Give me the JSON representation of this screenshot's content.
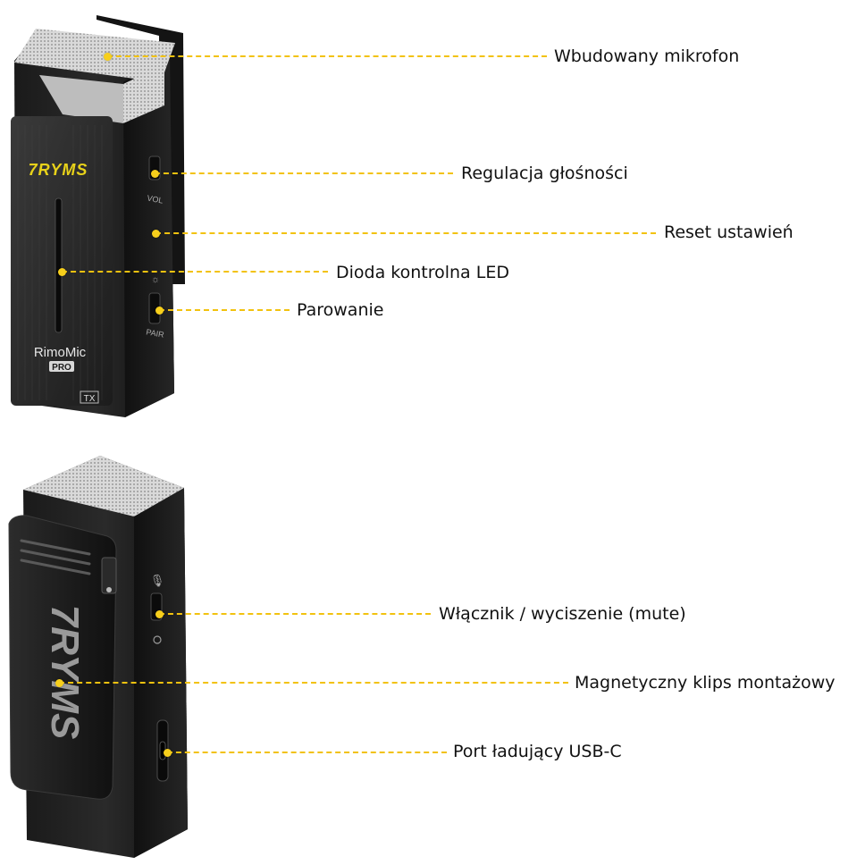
{
  "accent_color": "#f2c20f",
  "top_device": {
    "brand": "7RYMS",
    "model": "RimoMic",
    "badge": "PRO",
    "tag": "TX",
    "vol_label": "VOL",
    "pair_label": "PAIR"
  },
  "bottom_device": {
    "brand": "7RYMS"
  },
  "callouts": [
    {
      "id": "builtin-mic",
      "text": "Wbudowany mikrofon"
    },
    {
      "id": "volume",
      "text": "Regulacja głośności"
    },
    {
      "id": "reset",
      "text": "Reset ustawień"
    },
    {
      "id": "led",
      "text": "Dioda kontrolna LED"
    },
    {
      "id": "pairing",
      "text": "Parowanie"
    },
    {
      "id": "power-mute",
      "text": "Włącznik / wyciszenie (mute)"
    },
    {
      "id": "magnetic-clip",
      "text": "Magnetyczny klips montażowy"
    },
    {
      "id": "usb-c",
      "text": "Port ładujący USB-C"
    }
  ]
}
